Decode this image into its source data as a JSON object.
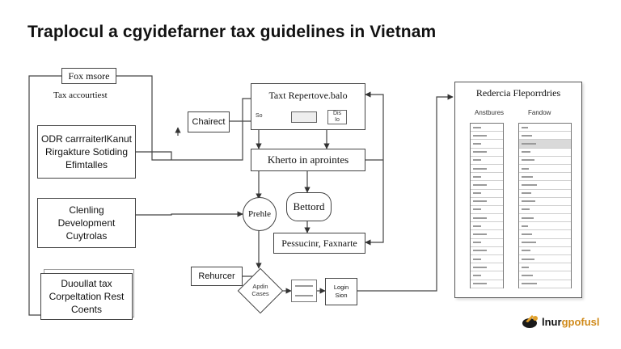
{
  "title": "Traplocul a cgyidefarner tax guidelines in Vietnam",
  "left": {
    "fox_more": "Fox msore",
    "tax_account": "Tax accourtiest",
    "box1": [
      "ODR carrraiterlKanut",
      "Rirgakture Sotiding",
      "Efimtalles"
    ],
    "box2": [
      "Clenling",
      "Development",
      "Cuytrolas"
    ],
    "box3": [
      "Duoullat tax",
      "Corpeltation Rest",
      "Coents"
    ]
  },
  "center": {
    "chairect": "Chairect",
    "report_box": "Taxt Repertove.balo",
    "mini_left": "So",
    "mini_right": "Dis\nIo",
    "kherto": "Kherto in aprointes",
    "prehle": "Prehle",
    "bettord": "Bettord",
    "pessucinr": "Pessucinr, Faxnarte",
    "rehurcer": "Rehurcer",
    "diamond": "Apdin\nCases",
    "login": "Login\nSion"
  },
  "panel": {
    "title": "Redercia Fleporrdries",
    "col1_header": "Anstbures",
    "col2_header": "Fandow",
    "rows": 20,
    "highlight_row": 2
  },
  "logo": {
    "text_dark": "lnur",
    "text_accent": "gpofusl",
    "accent_color": "#d08a1a"
  }
}
